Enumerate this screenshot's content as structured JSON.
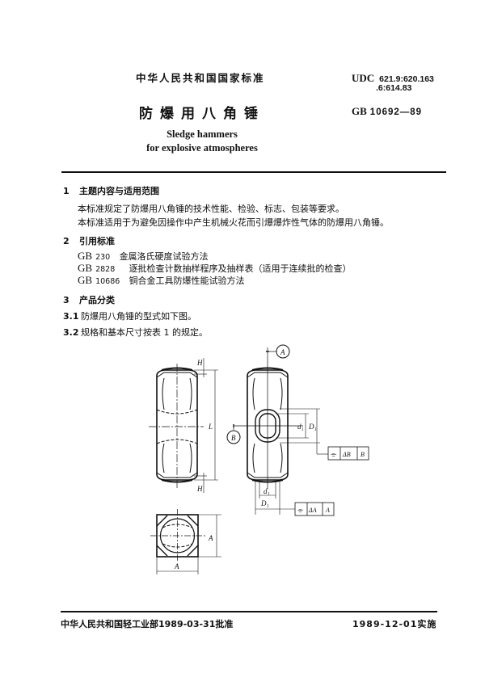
{
  "header": {
    "standard_type": "中华人民共和国国家标准",
    "udc_label": "UDC",
    "udc_line1": "621.9:620.163",
    "udc_line2": ".6:614.83",
    "gb_label": "GB",
    "gb_number": "10692—89",
    "title_cn": "防爆用八角锤",
    "title_en_line1": "Sledge hammers",
    "title_en_line2": "for explosive atmospheres"
  },
  "sections": [
    {
      "number": "1",
      "title": "主题内容与适用范围",
      "paragraphs": [
        "本标准规定了防爆用八角锤的技术性能、检验、标志、包装等要求。",
        "本标准适用于为避免因操作中产生机械火花而引爆爆炸性气体的防爆用八角锤。"
      ]
    },
    {
      "number": "2",
      "title": "引用标准",
      "references": [
        {
          "prefix": "GB",
          "code": "230",
          "title": "金属洛氏硬度试验方法"
        },
        {
          "prefix": "GB",
          "code": "2828",
          "title": "逐批检查计数抽样程序及抽样表（适用于连续批的检查）"
        },
        {
          "prefix": "GB",
          "code": "10686",
          "title": "铜合金工具防爆性能试验方法"
        }
      ]
    },
    {
      "number": "3",
      "title": "产品分类",
      "clauses": [
        {
          "number": "3.1",
          "text": "防爆用八角锤的型式如下图。"
        },
        {
          "number": "3.2",
          "text": "规格和基本尺寸按表 1 的规定。"
        }
      ]
    }
  ],
  "figure": {
    "labels": {
      "H": "H",
      "L": "L",
      "A": "A",
      "B": "B",
      "d1": "d₁",
      "D1": "D₁",
      "datum_A": "A",
      "datum_B": "B",
      "tol_B_value": "ΔB",
      "tol_B_ref": "B",
      "tol_A_value": "ΔA",
      "tol_A_ref": "A",
      "symmetry_symbol": "⌯"
    }
  },
  "footer": {
    "approval": "中华人民共和国轻工业部1989-03-31批准",
    "effective": "1989-12-01实施"
  }
}
